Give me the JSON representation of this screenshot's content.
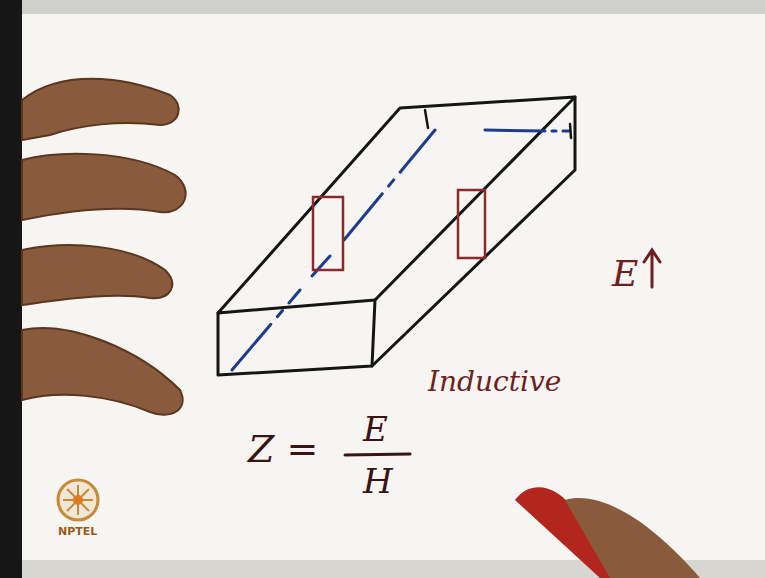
{
  "diagram": {
    "labels": [
      "E",
      "Inductive",
      "Z =",
      "E",
      "H",
      "NPTEL"
    ]
  }
}
